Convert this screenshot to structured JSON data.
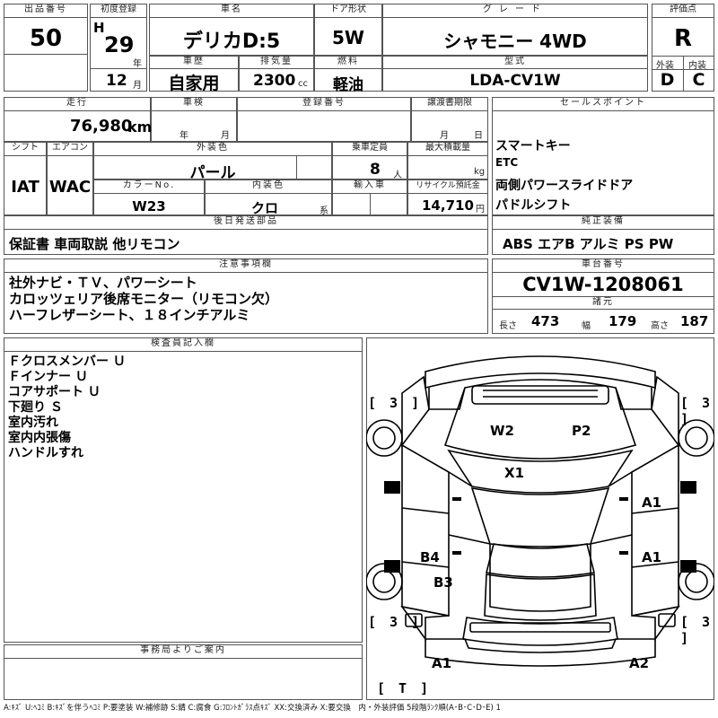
{
  "lot": {
    "label": "出品番号",
    "value": "50"
  },
  "first_reg": {
    "label": "初度登録",
    "era": "H",
    "year": "29",
    "year_unit": "年",
    "month": "12",
    "month_unit": "月"
  },
  "car_name": {
    "label": "車名",
    "value": "デリカD:5"
  },
  "door": {
    "label": "ドア形状",
    "value": "5W"
  },
  "grade": {
    "label": "グレード",
    "value": "シャモニー 4WD"
  },
  "score": {
    "label": "評価点",
    "value": "R",
    "ext_label": "外装",
    "ext_value": "D",
    "int_label": "内装",
    "int_value": "C"
  },
  "history": {
    "label": "車歴",
    "value": "自家用"
  },
  "displacement": {
    "label": "排気量",
    "value": "2300",
    "unit": "cc"
  },
  "fuel": {
    "label": "燃料",
    "value": "軽油"
  },
  "model_code": {
    "label": "型式",
    "value": "LDA-CV1W"
  },
  "mileage": {
    "label": "走行",
    "value": "76,980",
    "unit": "km"
  },
  "inspection": {
    "label": "車検",
    "year_unit": "年",
    "month_unit": "月"
  },
  "plate": {
    "label": "登録番号"
  },
  "transfer": {
    "label": "譲渡書期限",
    "month_unit": "月",
    "day_unit": "日"
  },
  "sales_points": {
    "label": "セールスポイント",
    "items": [
      "スマートキー",
      "ETC",
      "両側パワースライドドア",
      "パドルシフト"
    ]
  },
  "shift": {
    "label": "シフト",
    "value": "IAT"
  },
  "ac": {
    "label": "エアコン",
    "value": "WAC"
  },
  "ext_color": {
    "label": "外装色",
    "value": "パール"
  },
  "capacity": {
    "label": "乗車定員",
    "value": "8",
    "unit": "人"
  },
  "max_load": {
    "label": "最大積載量",
    "unit": "kg"
  },
  "color_no": {
    "label": "カラーNo.",
    "value": "W23"
  },
  "int_color": {
    "label": "内装色",
    "value": "クロ",
    "unit": "系"
  },
  "import": {
    "label": "輸入車"
  },
  "recycle": {
    "label": "リサイクル預託金",
    "value": "14,710",
    "unit": "円"
  },
  "later_parts": {
    "label": "後日発送部品",
    "value": "保証書 車両取説 他リモコン"
  },
  "options": {
    "label": "純正装備",
    "value": "ABS エアB アルミ PS PW"
  },
  "notes": {
    "label": "注意事項欄",
    "lines": [
      "社外ナビ・ＴＶ、パワーシート",
      "カロッツェリア後席モニター（リモコン欠）",
      "ハーフレザーシート、１８インチアルミ"
    ]
  },
  "chassis": {
    "label": "車台番号",
    "value": "CV1W-1208061"
  },
  "dims": {
    "label": "諸元",
    "length_label": "長さ",
    "length": "473",
    "width_label": "幅",
    "width": "179",
    "height_label": "高さ",
    "height": "187"
  },
  "inspector": {
    "label": "検査員記入欄",
    "lines": [
      "Ｆクロスメンバー Ｕ",
      "Ｆインナー Ｕ",
      "コアサポート Ｕ",
      "下廻り Ｓ",
      "室内汚れ",
      "室内内張傷",
      "ハンドルすれ"
    ]
  },
  "office": {
    "label": "事務局よりご案内"
  },
  "diagram": {
    "tire_fl": "[ 3 ]",
    "tire_fr": "[ 3 ]",
    "tire_rl": "[ 3 ]",
    "tire_rr": "[ 3 ]",
    "tire_spare": "[ T ]",
    "w2": "W2",
    "p2": "P2",
    "x1": "X1",
    "a1_top": "A1",
    "a1_mid": "A1",
    "b4": "B4",
    "b3": "B3",
    "a1_bottom": "A1",
    "a2_bottom": "A2"
  },
  "legend": "A:ｷｽﾞ U:ﾍｺﾐ B:ｷｽﾞを伴うﾍｺﾐ P:要塗装 W:補修跡 S:錆 C:腐食 G:ﾌﾛﾝﾄｶﾞﾗｽ点ｷｽﾞ XX:交換済み X:要交換　内・外装評価 5段階ﾗﾝｸ順(A･B･C･D･E) 1"
}
